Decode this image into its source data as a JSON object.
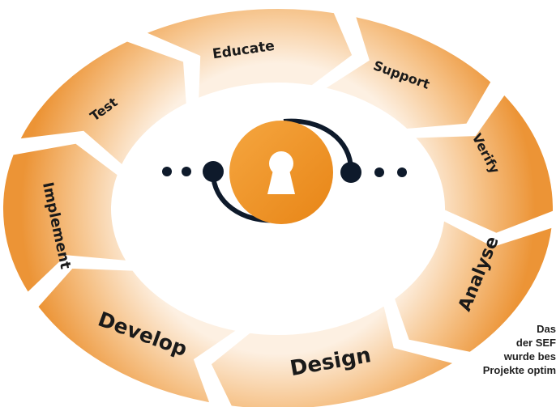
{
  "diagram": {
    "center_icon": "keyhole-icon",
    "colors": {
      "segment_outer": "#ee9a3c",
      "segment_inner": "#fbe6cf",
      "lock_orange": "#ef8f1f",
      "dark_navy": "#0e1a2b"
    },
    "phases": [
      {
        "label": "Educate"
      },
      {
        "label": "Support"
      },
      {
        "label": "Verify"
      },
      {
        "label": "Analyse"
      },
      {
        "label": "Design"
      },
      {
        "label": "Develop"
      },
      {
        "label": "Implement"
      },
      {
        "label": "Test"
      }
    ]
  },
  "caption": {
    "lines": [
      "Das",
      "der SEF",
      "wurde bes",
      "Projekte optim"
    ]
  }
}
